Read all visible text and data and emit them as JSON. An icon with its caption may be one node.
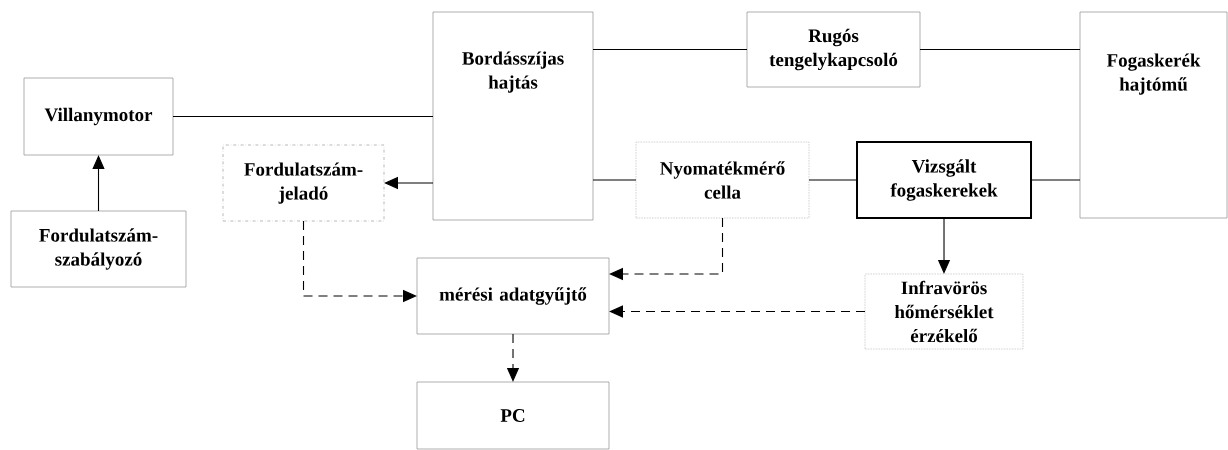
{
  "diagram": {
    "nodes": [
      {
        "text": [
          "Villanymotor"
        ]
      },
      {
        "text": [
          "Fordulatszám-szabályozó"
        ]
      },
      {
        "text": [
          "Bordásszíjas hajtás"
        ]
      },
      {
        "text": [
          "Rugós tengelykapcsoló"
        ]
      },
      {
        "text": [
          "Fogaskerék hajtómű"
        ]
      },
      {
        "text": [
          "Fordulatszám-jeladó"
        ]
      },
      {
        "text": [
          "Nyomatékmérő cella"
        ]
      },
      {
        "text": [
          "Vizsgált fogaskerekek"
        ]
      },
      {
        "text": [
          "mérési adatgyűjtő"
        ]
      },
      {
        "text": [
          "Infravörös hőmérséklet érzékelő"
        ]
      },
      {
        "text": [
          "PC"
        ]
      }
    ],
    "edges": [
      {
        "from": 0,
        "to": 2,
        "arrow": "none"
      },
      {
        "from": 1,
        "to": 0,
        "arrow": "to"
      },
      {
        "from": 2,
        "to": 3,
        "arrow": "none"
      },
      {
        "from": 3,
        "to": 4,
        "arrow": "none"
      },
      {
        "from": 2,
        "to": 5,
        "arrow": "to"
      },
      {
        "from": 2,
        "to": 6,
        "arrow": "none"
      },
      {
        "from": 6,
        "to": 7,
        "arrow": "none"
      },
      {
        "from": 7,
        "to": 4,
        "arrow": "none"
      },
      {
        "from": 7,
        "to": 9,
        "arrow": "to"
      },
      {
        "from": 5,
        "to": 8,
        "arrow": "to",
        "style": "dashed"
      },
      {
        "from": 6,
        "to": 8,
        "arrow": "to",
        "style": "dashed"
      },
      {
        "from": 9,
        "to": 8,
        "arrow": "to",
        "style": "dashed"
      },
      {
        "from": 8,
        "to": 10,
        "arrow": "to",
        "style": "dashed"
      }
    ]
  }
}
